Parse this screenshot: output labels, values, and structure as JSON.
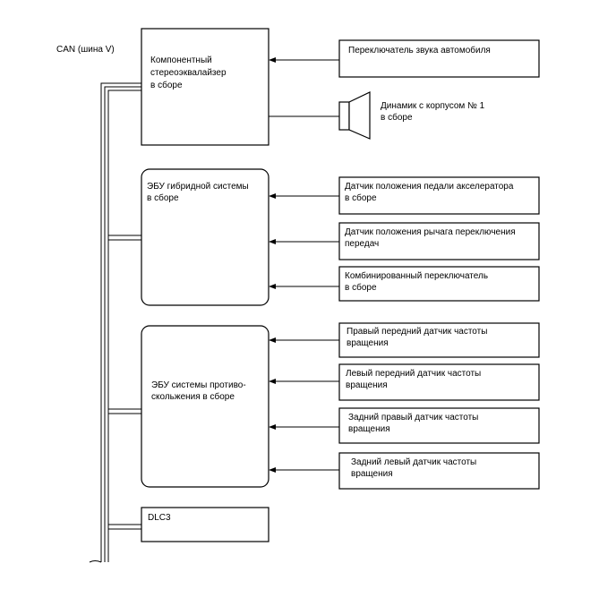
{
  "can_bus_label": "CAN (шина V)",
  "ecus": {
    "equalizer": [
      "Компонентный",
      "стереоэквалайзер",
      "в сборе"
    ],
    "hybrid": [
      "ЭБУ гибридной системы",
      "в сборе"
    ],
    "abs": [
      "ЭБУ системы противо-",
      "скольжения в сборе"
    ],
    "dlc3": [
      "DLC3"
    ]
  },
  "inputs": {
    "sound_switch": [
      "Переключатель звука автомобиля"
    ],
    "speaker": [
      "Динамик с корпусом № 1",
      "в сборе"
    ],
    "accel_sensor": [
      "Датчик положения педали акселератора",
      "в сборе"
    ],
    "shift_sensor": [
      "Датчик положения рычага переключения",
      "передач"
    ],
    "combo_switch": [
      "Комбинированный переключатель",
      "в сборе"
    ],
    "fr_speed": [
      "Правый передний датчик частоты",
      "вращения"
    ],
    "fl_speed": [
      "Левый передний датчик частоты",
      "вращения"
    ],
    "rr_speed": [
      "Задний правый датчик частоты",
      "вращения"
    ],
    "rl_speed": [
      "Задний левый датчик частоты",
      "вращения"
    ]
  }
}
